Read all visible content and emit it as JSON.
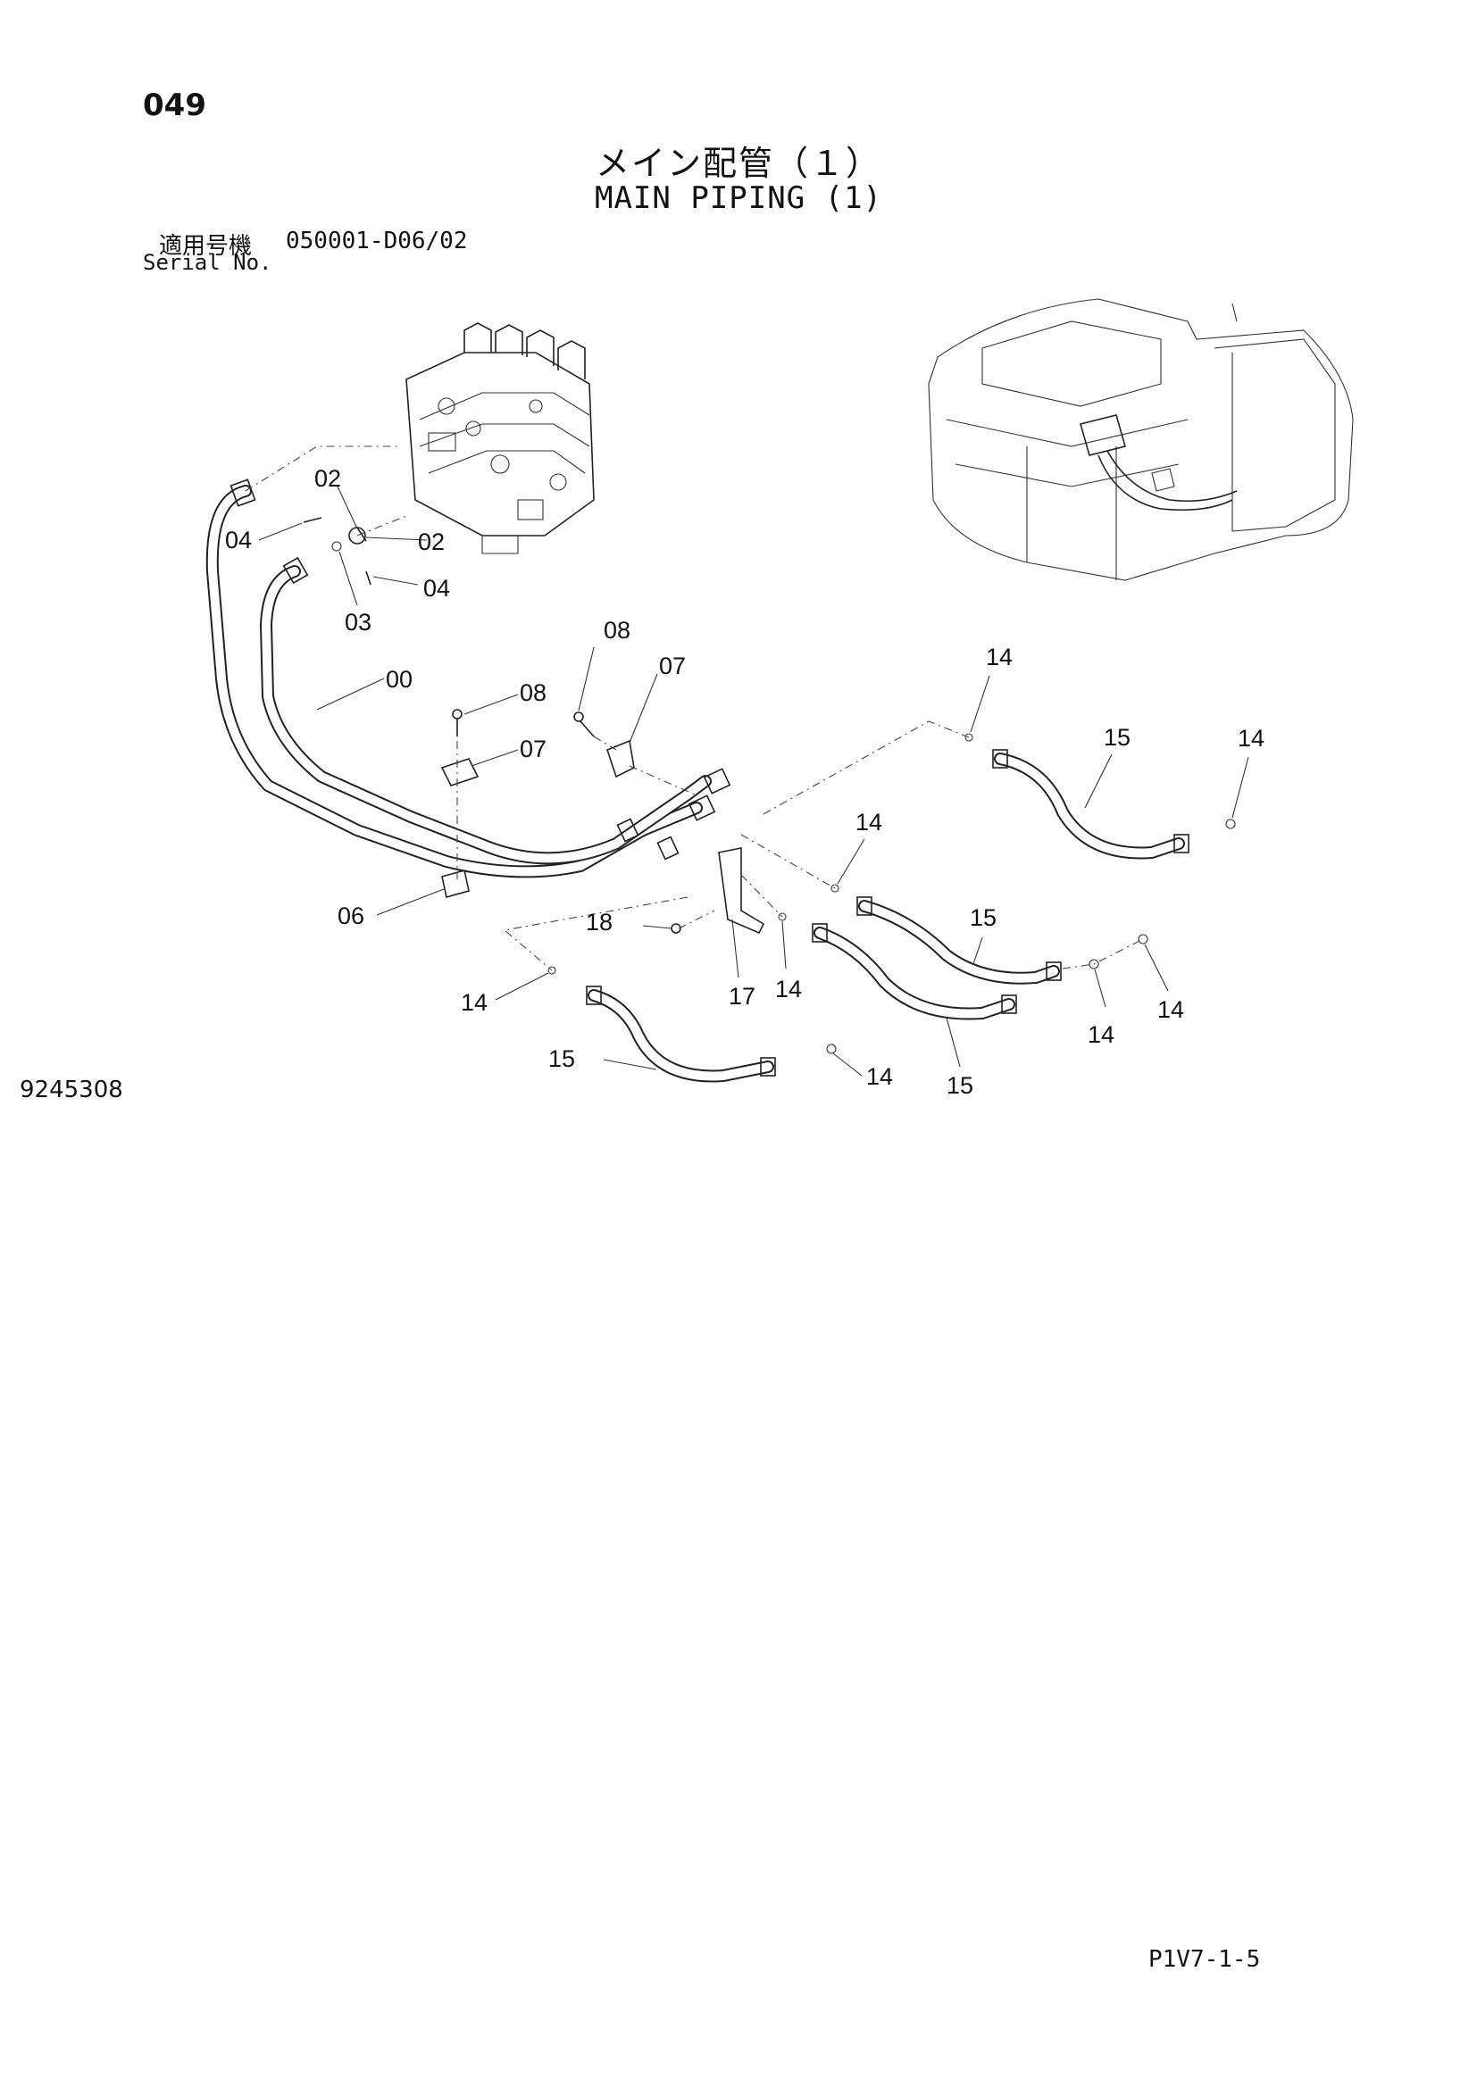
{
  "header": {
    "page_number": "049",
    "title_jp": "メイン配管（１）",
    "title_en": "MAIN PIPING (1)",
    "serial_label_jp": "適用号機",
    "serial_value": "050001-D06/02",
    "serial_label_en": "Serial No."
  },
  "callouts": {
    "c02a": "02",
    "c02b": "02",
    "c04a": "04",
    "c04b": "04",
    "c03": "03",
    "c00": "00",
    "c08a": "08",
    "c07a": "07",
    "c08b": "08",
    "c07b": "07",
    "c06": "06",
    "c14a": "14",
    "c15a": "15",
    "c14b": "14",
    "c14c": "14",
    "c15b": "15",
    "c18": "18",
    "c17": "17",
    "c14d": "14",
    "c14e": "14",
    "c14f": "14",
    "c14g": "14",
    "c15c": "15",
    "c14h": "14",
    "c15d": "15"
  },
  "footer": {
    "drawing_number": "9245308",
    "page_code": "P1V7-1-5"
  }
}
